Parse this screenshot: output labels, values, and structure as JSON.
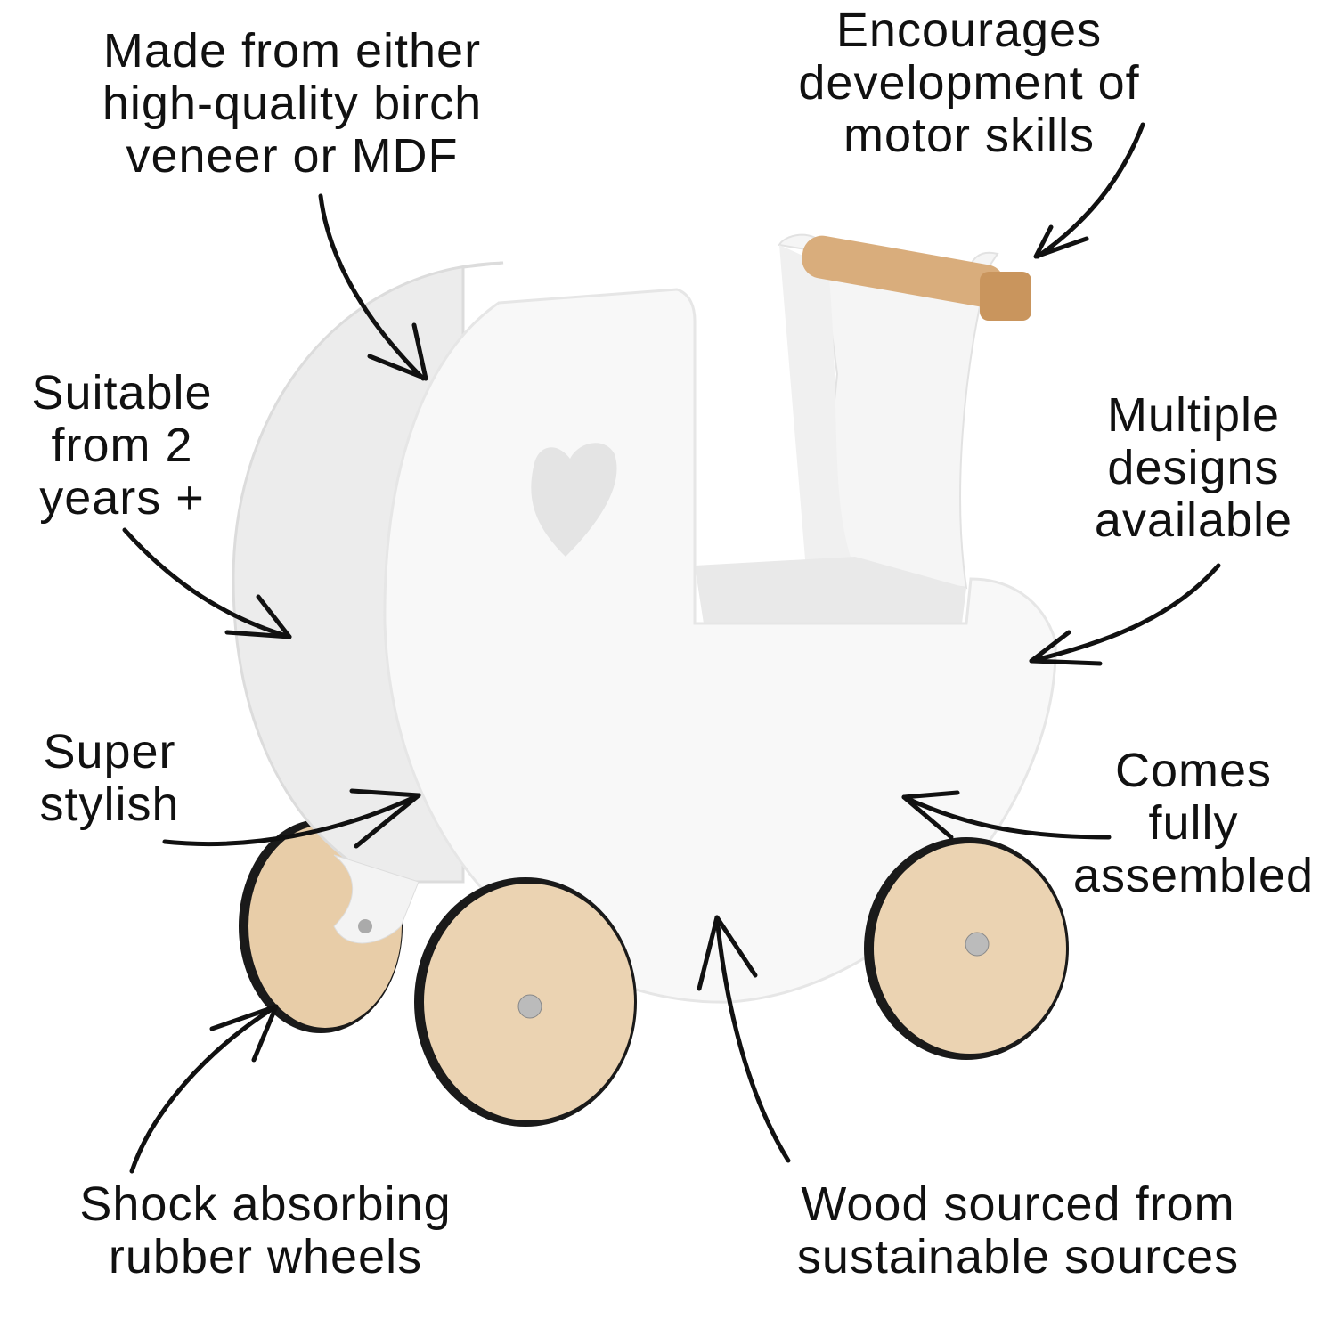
{
  "features": {
    "material": [
      "Made from either",
      "high-quality birch",
      "veneer or MDF"
    ],
    "motor": [
      "Encourages",
      "development of",
      "motor skills"
    ],
    "age": [
      "Suitable",
      "from 2",
      "years +"
    ],
    "designs": [
      "Multiple",
      "designs",
      "available"
    ],
    "style": [
      "Super",
      "stylish"
    ],
    "assembled": [
      "Comes",
      "fully",
      "assembled"
    ],
    "wheels": [
      "Shock absorbing",
      "rubber wheels"
    ],
    "wood": [
      "Wood sourced from",
      "sustainable sources"
    ]
  },
  "colors": {
    "background": "#ffffff",
    "pram_white": "#f7f7f7",
    "wood": "#e8cda8",
    "handle_wood": "#d9ad7c",
    "tire": "#1a1a1a",
    "ink": "#111111"
  }
}
